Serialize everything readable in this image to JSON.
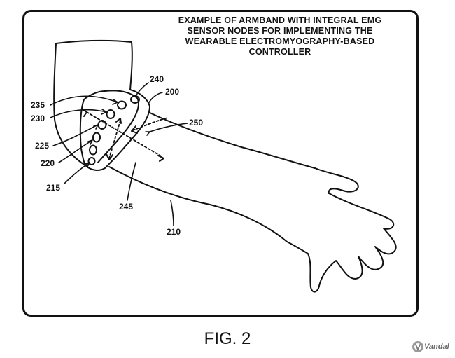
{
  "figure": {
    "heading_lines": [
      "EXAMPLE OF ARMBAND WITH INTEGRAL EMG",
      "SENSOR NODES FOR IMPLEMENTING THE",
      "WEARABLE ELECTROMYOGRAPHY-BASED",
      "CONTROLLER"
    ],
    "caption": "FIG. 2"
  },
  "reference_numerals": {
    "n240": "240",
    "n200": "200",
    "n235": "235",
    "n230": "230",
    "n250": "250",
    "n225": "225",
    "n220": "220",
    "n215": "215",
    "n245": "245",
    "n210": "210"
  },
  "watermark": {
    "text": "Vandal"
  },
  "colors": {
    "line": "#111111",
    "background": "#ffffff",
    "watermark": "#8a8a8a"
  }
}
